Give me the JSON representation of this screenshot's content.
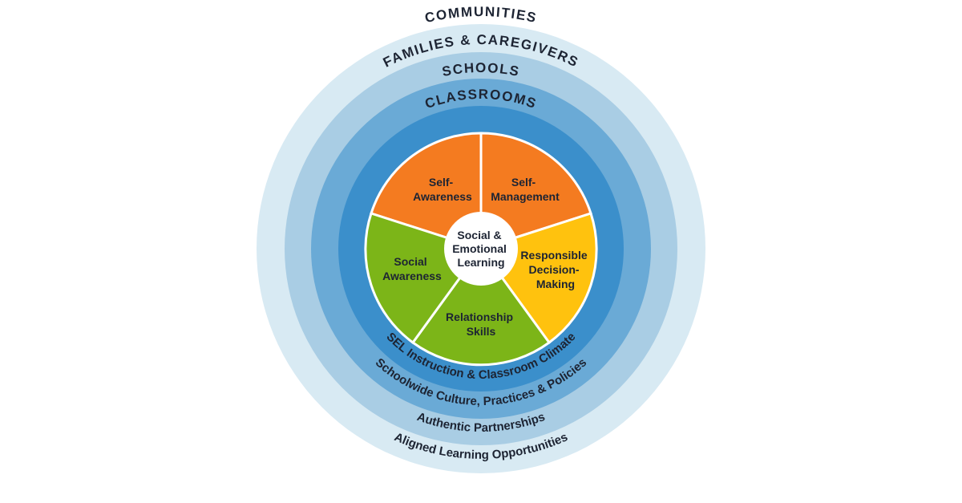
{
  "diagram": {
    "rings": {
      "communities": {
        "top_label": "COMMUNITIES",
        "bottom_label": "Aligned Learning Opportunities",
        "color": "#d8eaf3"
      },
      "families": {
        "top_label": "FAMILIES & CAREGIVERS",
        "bottom_label": "Authentic Partnerships",
        "color": "#a9cde4"
      },
      "schools": {
        "top_label": "SCHOOLS",
        "bottom_label": "Schoolwide Culture, Practices & Policies",
        "color": "#6aaad6"
      },
      "classrooms": {
        "top_label": "CLASSROOMS",
        "bottom_label": "SEL Instruction & Classroom Climate",
        "color": "#3b8fcb"
      }
    },
    "competencies": [
      {
        "line1": "Self-",
        "line2": "Awareness",
        "line3": "",
        "color": "#f47b20"
      },
      {
        "line1": "Self-",
        "line2": "Management",
        "line3": "",
        "color": "#f47b20"
      },
      {
        "line1": "Responsible",
        "line2": "Decision-",
        "line3": "Making",
        "color": "#ffc20e"
      },
      {
        "line1": "Relationship",
        "line2": "Skills",
        "line3": "",
        "color": "#7cb518"
      },
      {
        "line1": "Social",
        "line2": "Awareness",
        "line3": "",
        "color": "#7cb518"
      }
    ],
    "center": {
      "line1": "Social &",
      "line2": "Emotional",
      "line3": "Learning",
      "color": "#ffffff"
    }
  }
}
